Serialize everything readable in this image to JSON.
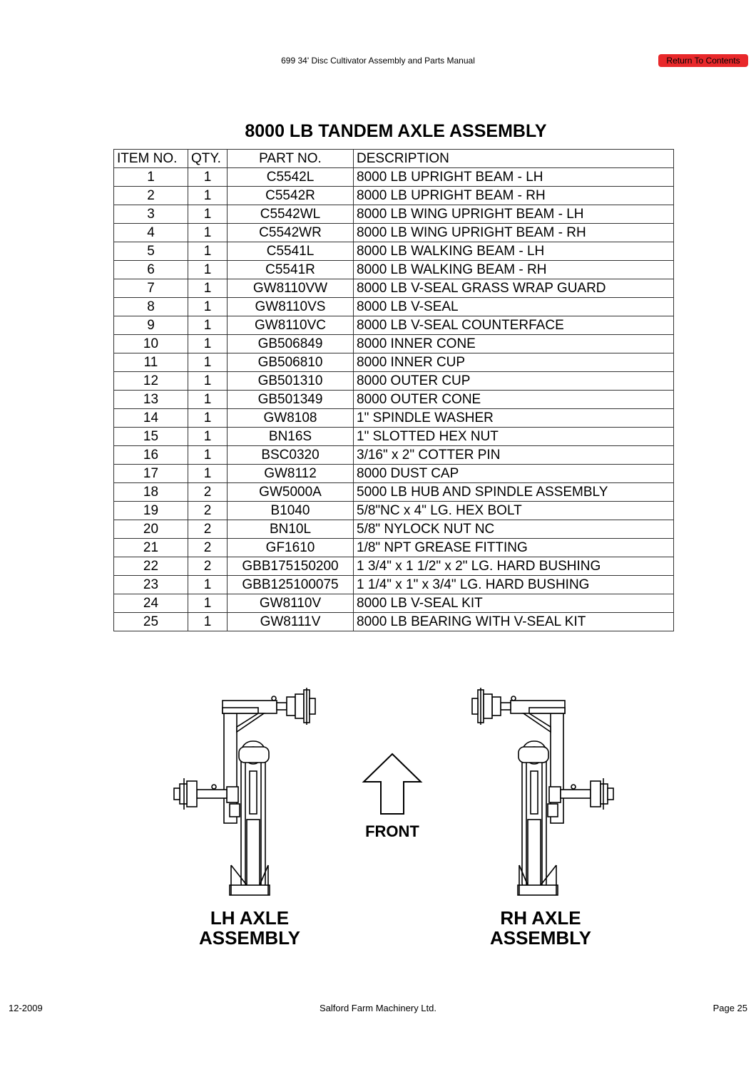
{
  "header": {
    "doc_title": "699 34' Disc Cultivator Assembly and Parts Manual",
    "return_label": "Return To Contents"
  },
  "page_title": "8000 LB TANDEM AXLE ASSEMBLY",
  "table": {
    "columns": [
      "ITEM NO.",
      "QTY.",
      "PART NO.",
      "DESCRIPTION"
    ],
    "rows": [
      [
        "1",
        "1",
        "C5542L",
        "8000 LB UPRIGHT BEAM - LH"
      ],
      [
        "2",
        "1",
        "C5542R",
        "8000 LB UPRIGHT BEAM - RH"
      ],
      [
        "3",
        "1",
        "C5542WL",
        "8000 LB WING UPRIGHT BEAM - LH"
      ],
      [
        "4",
        "1",
        "C5542WR",
        "8000 LB WING UPRIGHT BEAM - RH"
      ],
      [
        "5",
        "1",
        "C5541L",
        "8000 LB WALKING BEAM - LH"
      ],
      [
        "6",
        "1",
        "C5541R",
        "8000 LB WALKING BEAM - RH"
      ],
      [
        "7",
        "1",
        "GW8110VW",
        "8000 LB V-SEAL GRASS WRAP GUARD"
      ],
      [
        "8",
        "1",
        "GW8110VS",
        "8000 LB V-SEAL"
      ],
      [
        "9",
        "1",
        "GW8110VC",
        "8000 LB V-SEAL COUNTERFACE"
      ],
      [
        "10",
        "1",
        "GB506849",
        "8000 INNER CONE"
      ],
      [
        "11",
        "1",
        "GB506810",
        "8000 INNER CUP"
      ],
      [
        "12",
        "1",
        "GB501310",
        "8000 OUTER CUP"
      ],
      [
        "13",
        "1",
        "GB501349",
        "8000 OUTER CONE"
      ],
      [
        "14",
        "1",
        "GW8108",
        "1\" SPINDLE WASHER"
      ],
      [
        "15",
        "1",
        "BN16S",
        "1\" SLOTTED HEX NUT"
      ],
      [
        "16",
        "1",
        "BSC0320",
        "3/16\" x 2\" COTTER PIN"
      ],
      [
        "17",
        "1",
        "GW8112",
        "8000 DUST CAP"
      ],
      [
        "18",
        "2",
        "GW5000A",
        "5000 LB HUB AND SPINDLE ASSEMBLY"
      ],
      [
        "19",
        "2",
        "B1040",
        "5/8\"NC x 4\" LG. HEX BOLT"
      ],
      [
        "20",
        "2",
        "BN10L",
        "5/8\" NYLOCK NUT NC"
      ],
      [
        "21",
        "2",
        "GF1610",
        "1/8\" NPT GREASE FITTING"
      ],
      [
        "22",
        "2",
        "GBB175150200",
        "1 3/4\" x 1 1/2\" x 2\" LG. HARD BUSHING"
      ],
      [
        "23",
        "1",
        "GBB125100075",
        "1 1/4\" x 1\" x 3/4\" LG. HARD BUSHING"
      ],
      [
        "24",
        "1",
        "GW8110V",
        "8000 LB V-SEAL KIT"
      ],
      [
        "25",
        "1",
        "GW8111V",
        "8000 LB BEARING WITH V-SEAL KIT"
      ]
    ]
  },
  "diagram": {
    "front_label": "FRONT",
    "lh_label_line1": "LH AXLE",
    "lh_label_line2": "ASSEMBLY",
    "rh_label_line1": "RH AXLE",
    "rh_label_line2": "ASSEMBLY"
  },
  "footer": {
    "date": "12-2009",
    "company": "Salford Farm Machinery Ltd.",
    "page": "Page 25"
  }
}
